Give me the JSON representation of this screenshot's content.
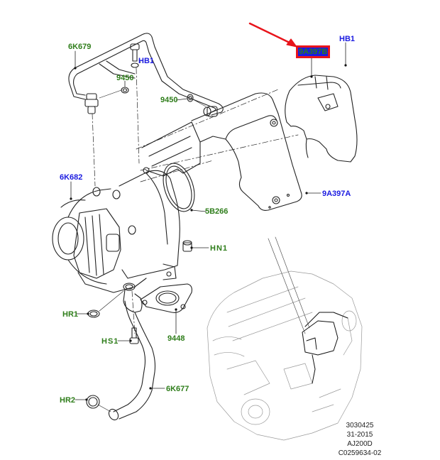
{
  "diagram": {
    "title": "Turbocharger assembly exploded view",
    "highlight_color": "#e8141b",
    "label_color_green": "#2e7d1a",
    "label_color_blue": "#1a1ae0",
    "labels": {
      "6K679": "6K679",
      "HB1_top": "HB1",
      "9450_a": "9450",
      "9450_b": "9450",
      "9A397B": "9A397B",
      "HB1_right": "HB1",
      "6K682": "6K682",
      "5B266": "5B266",
      "9A397A": "9A397A",
      "HN1": "HN1",
      "HR1": "HR1",
      "9448": "9448",
      "HS1": "HS1",
      "6K677": "6K677",
      "HR2": "HR2"
    },
    "highlighted_part": "9A397B",
    "stamp": {
      "line1": "3030425",
      "line2": "31-2015",
      "line3": "AJ200D",
      "line4": "C0259634-02"
    }
  }
}
